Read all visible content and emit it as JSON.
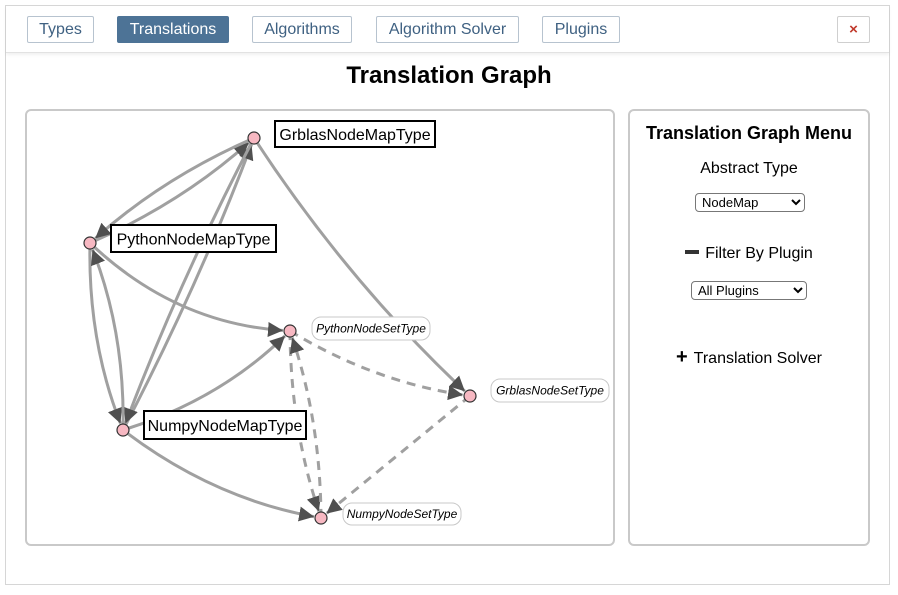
{
  "nav": {
    "tabs": [
      {
        "label": "Types",
        "active": false
      },
      {
        "label": "Translations",
        "active": true
      },
      {
        "label": "Algorithms",
        "active": false
      },
      {
        "label": "Algorithm Solver",
        "active": false
      },
      {
        "label": "Plugins",
        "active": false
      }
    ],
    "close_label": "×"
  },
  "page": {
    "title": "Translation Graph"
  },
  "menu": {
    "title": "Translation Graph Menu",
    "abstract_type_label": "Abstract Type",
    "abstract_type_value": "NodeMap",
    "filter_label": "Filter By Plugin",
    "filter_value": "All Plugins",
    "filter_expanded": true,
    "solver_label": "Translation Solver",
    "solver_expanded": false
  },
  "graph": {
    "colors": {
      "node": "#f7b8c2",
      "edge": "#a0a0a0",
      "arrow": "#505050",
      "label_border": "#000000",
      "dashed_label_border": "#c8c8c8"
    },
    "nodes": [
      {
        "id": "grblas_nodemap",
        "label": "GrblasNodeMapType",
        "style": "box"
      },
      {
        "id": "python_nodemap",
        "label": "PythonNodeMapType",
        "style": "box"
      },
      {
        "id": "numpy_nodemap",
        "label": "NumpyNodeMapType",
        "style": "box"
      },
      {
        "id": "python_nodeset",
        "label": "PythonNodeSetType",
        "style": "pill"
      },
      {
        "id": "grblas_nodeset",
        "label": "GrblasNodeSetType",
        "style": "pill"
      },
      {
        "id": "numpy_nodeset",
        "label": "NumpyNodeSetType",
        "style": "pill"
      }
    ],
    "edges": [
      {
        "source": "python_nodemap",
        "target": "grblas_nodemap",
        "dashed": false
      },
      {
        "source": "grblas_nodemap",
        "target": "python_nodemap",
        "dashed": false
      },
      {
        "source": "numpy_nodemap",
        "target": "grblas_nodemap",
        "dashed": false
      },
      {
        "source": "grblas_nodemap",
        "target": "numpy_nodemap",
        "dashed": false
      },
      {
        "source": "python_nodemap",
        "target": "numpy_nodemap",
        "dashed": false
      },
      {
        "source": "numpy_nodemap",
        "target": "python_nodemap",
        "dashed": false
      },
      {
        "source": "python_nodemap",
        "target": "python_nodeset",
        "dashed": false
      },
      {
        "source": "numpy_nodemap",
        "target": "python_nodeset",
        "dashed": false
      },
      {
        "source": "grblas_nodemap",
        "target": "grblas_nodeset",
        "dashed": false
      },
      {
        "source": "numpy_nodemap",
        "target": "numpy_nodeset",
        "dashed": false
      },
      {
        "source": "python_nodeset",
        "target": "grblas_nodeset",
        "dashed": true
      },
      {
        "source": "grblas_nodeset",
        "target": "numpy_nodeset",
        "dashed": true
      },
      {
        "source": "python_nodeset",
        "target": "numpy_nodeset",
        "dashed": true
      },
      {
        "source": "numpy_nodeset",
        "target": "python_nodeset",
        "dashed": true
      }
    ]
  }
}
